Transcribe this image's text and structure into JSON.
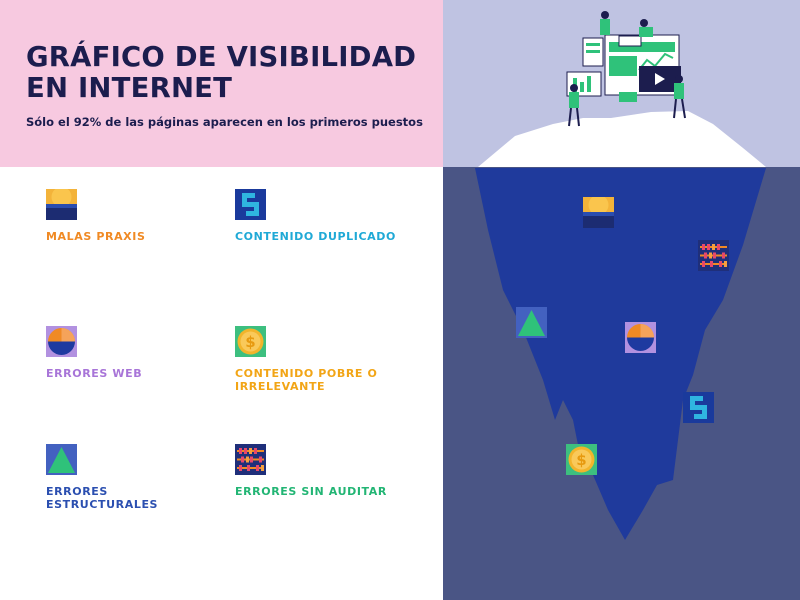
{
  "header": {
    "title_line1": "GRÁFICO DE VISIBILIDAD",
    "title_line2": "EN INTERNET",
    "subtitle": "Sólo el 92% de las páginas aparecen en los primeros puestos"
  },
  "legend": {
    "items": [
      {
        "label": "MALAS PRAXIS",
        "icon": "sun-square-icon",
        "color": "#f08a24"
      },
      {
        "label": "CONTENIDO DUPLICADO",
        "icon": "bracket-square-icon",
        "color": "#1fa9d6"
      },
      {
        "label": "ERRORES WEB",
        "icon": "half-circle-icon",
        "color": "#a875d8"
      },
      {
        "label": "CONTENIDO POBRE O IRRELEVANTE",
        "icon": "dollar-coin-icon",
        "color": "#f2a516"
      },
      {
        "label": "ERRORES ESTRUCTURALES",
        "icon": "triangle-icon",
        "color": "#2b4fb0"
      },
      {
        "label": "ERRORES SIN AUDITAR",
        "icon": "abacus-icon",
        "color": "#22b574"
      }
    ]
  },
  "colors": {
    "header_bg": "#f7c9e0",
    "sky": "#bfc3e2",
    "water": "#4a5585",
    "iceberg_underwater": "#1f3a9c",
    "title_text": "#1c1d4e"
  }
}
